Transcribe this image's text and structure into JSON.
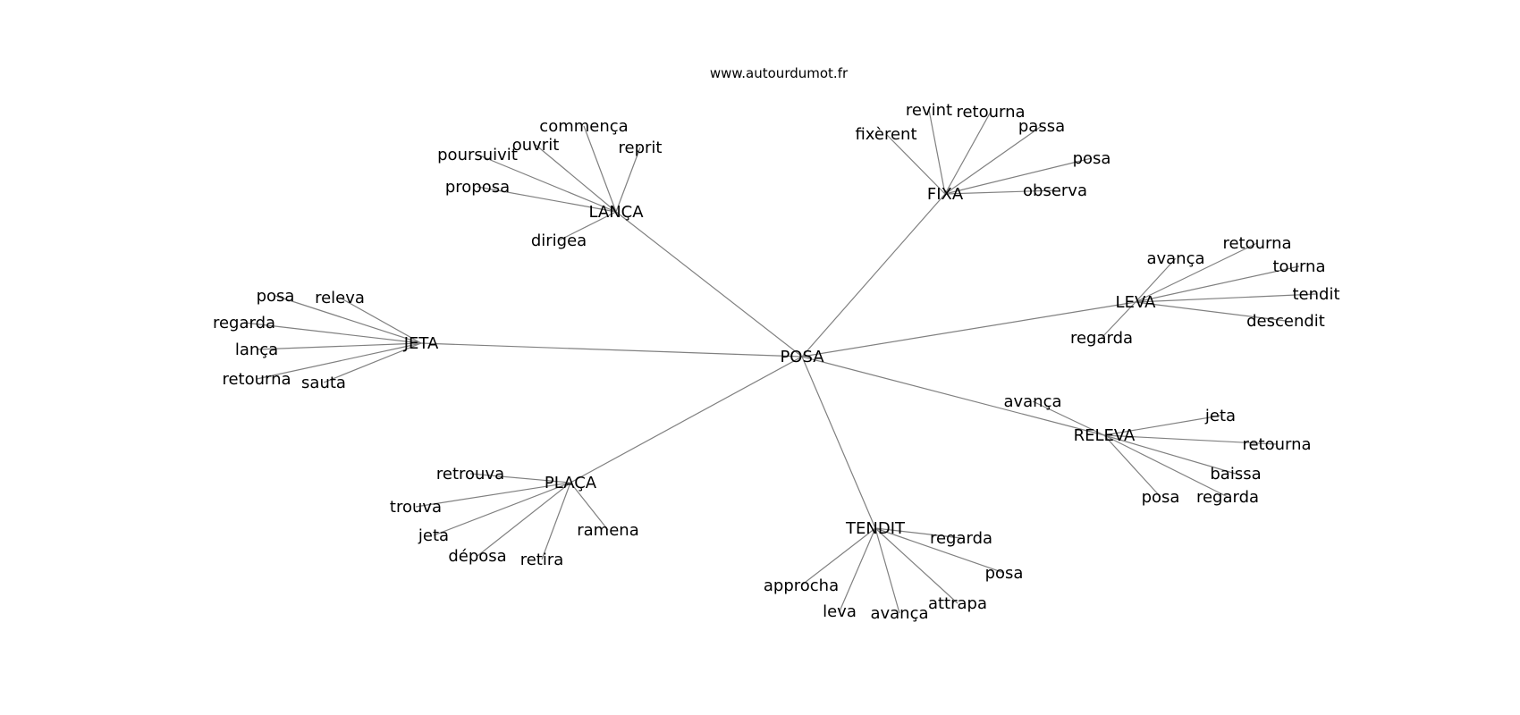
{
  "watermark": "www.autourdumot.fr",
  "center": "POSA",
  "clusters": [
    {
      "label": "LANÇA",
      "words": [
        "commença",
        "ouvrit",
        "reprit",
        "poursuivit",
        "proposa",
        "dirigea"
      ]
    },
    {
      "label": "FIXA",
      "words": [
        "revint",
        "retourna",
        "passa",
        "fixèrent",
        "posa",
        "observa"
      ]
    },
    {
      "label": "LEVA",
      "words": [
        "avança",
        "retourna",
        "tourna",
        "tendit",
        "descendit",
        "regarda"
      ]
    },
    {
      "label": "RELEVA",
      "words": [
        "avança",
        "jeta",
        "retourna",
        "baissa",
        "regarda",
        "posa"
      ]
    },
    {
      "label": "TENDIT",
      "words": [
        "regarda",
        "posa",
        "attrapa",
        "avança",
        "leva",
        "approcha"
      ]
    },
    {
      "label": "PLAÇA",
      "words": [
        "retrouva",
        "trouva",
        "jeta",
        "déposa",
        "retira",
        "ramena"
      ]
    },
    {
      "label": "JETA",
      "words": [
        "posa",
        "releva",
        "regarda",
        "lança",
        "retourna",
        "sauta"
      ]
    }
  ],
  "colors": {
    "edge": "#808080",
    "text": "#000000",
    "background": "#ffffff"
  }
}
